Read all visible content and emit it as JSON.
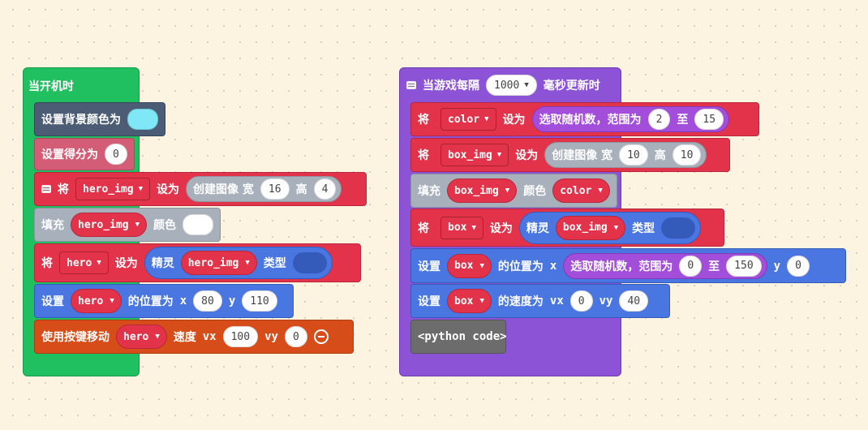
{
  "left_script": {
    "hat_label": "当开机时",
    "set_bg": {
      "label": "设置背景颜色为",
      "color": "#7fe7f5"
    },
    "set_score": {
      "label": "设置得分为",
      "value": "0"
    },
    "set_hero_img": {
      "set_kw": "将",
      "var": "hero_img",
      "to_kw": "设为",
      "create_label": "创建图像 宽",
      "width": "16",
      "height_kw": "高",
      "height": "4"
    },
    "fill": {
      "label": "填充",
      "var": "hero_img",
      "color_kw": "颜色",
      "color": "#ffffff"
    },
    "set_hero": {
      "set_kw": "将",
      "var": "hero",
      "to_kw": "设为",
      "sprite_kw": "精灵",
      "img": "hero_img",
      "type_kw": "类型"
    },
    "set_position": {
      "label": "设置",
      "var": "hero",
      "pos_kw": "的位置为",
      "x_kw": "x",
      "x": "80",
      "y_kw": "y",
      "y": "110"
    },
    "move_keys": {
      "label": "使用按键移动",
      "var": "hero",
      "speed_kw": "速度",
      "vx_kw": "vx",
      "vx": "100",
      "vy_kw": "vy",
      "vy": "0"
    }
  },
  "right_script": {
    "hat_label": "当游戏每隔",
    "interval": "1000",
    "hat_suffix": "毫秒更新时",
    "set_color": {
      "set_kw": "将",
      "var": "color",
      "to_kw": "设为",
      "random_label": "选取随机数，范围为",
      "min": "2",
      "to_kw2": "至",
      "max": "15"
    },
    "set_box_img": {
      "set_kw": "将",
      "var": "box_img",
      "to_kw": "设为",
      "create_label": "创建图像 宽",
      "width": "10",
      "height_kw": "高",
      "height": "10"
    },
    "fill": {
      "label": "填充",
      "var": "box_img",
      "color_kw": "颜色",
      "color_var": "color"
    },
    "set_box": {
      "set_kw": "将",
      "var": "box",
      "to_kw": "设为",
      "sprite_kw": "精灵",
      "img": "box_img",
      "type_kw": "类型"
    },
    "set_position": {
      "label": "设置",
      "var": "box",
      "pos_kw": "的位置为",
      "x_kw": "x",
      "random_label": "选取随机数，范围为",
      "min": "0",
      "to_kw": "至",
      "max": "150",
      "y_kw": "y",
      "y": "0"
    },
    "set_velocity": {
      "label": "设置",
      "var": "box",
      "vel_kw": "的速度为",
      "vx_kw": "vx",
      "vx": "0",
      "vy_kw": "vy",
      "vy": "40"
    },
    "python_code": "<python code>"
  },
  "colors": {
    "events": "#20bf5f",
    "game": "#8c53d6",
    "variables": "#e3334b",
    "scene": "#4b5c74",
    "sprites": "#4a76e2",
    "controller": "#d64d1a",
    "images": "#a7b0bb",
    "math": "#a34ddb"
  }
}
